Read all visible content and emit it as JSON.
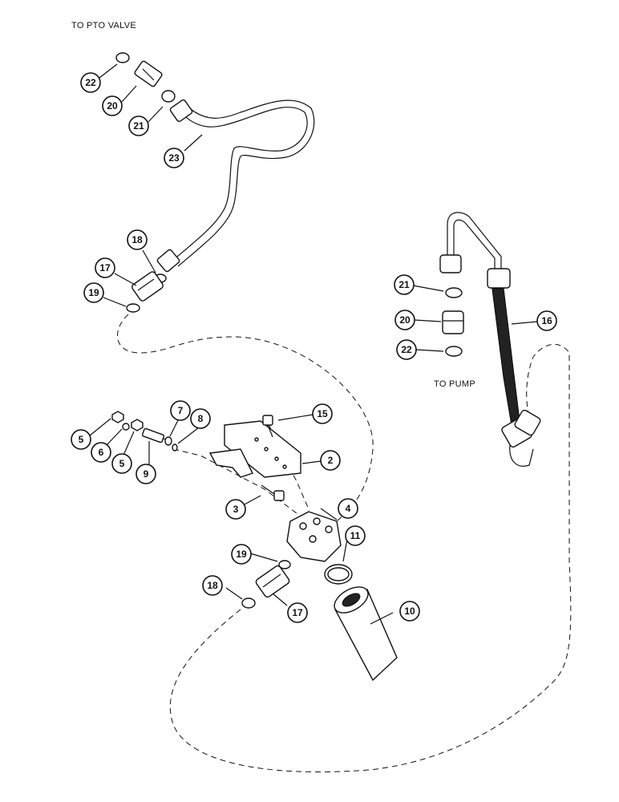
{
  "labels": {
    "to_pto_valve": "TO PTO VALVE",
    "to_pump": "TO PUMP"
  },
  "callouts": [
    {
      "id": "c22a",
      "text": "22"
    },
    {
      "id": "c20a",
      "text": "20"
    },
    {
      "id": "c21a",
      "text": "21"
    },
    {
      "id": "c23",
      "text": "23"
    },
    {
      "id": "c18a",
      "text": "18"
    },
    {
      "id": "c17a",
      "text": "17"
    },
    {
      "id": "c19a",
      "text": "19"
    },
    {
      "id": "c21b",
      "text": "21"
    },
    {
      "id": "c20b",
      "text": "20"
    },
    {
      "id": "c22b",
      "text": "22"
    },
    {
      "id": "c16",
      "text": "16"
    },
    {
      "id": "c15",
      "text": "15"
    },
    {
      "id": "c7",
      "text": "7"
    },
    {
      "id": "c8",
      "text": "8"
    },
    {
      "id": "c5a",
      "text": "5"
    },
    {
      "id": "c6",
      "text": "6"
    },
    {
      "id": "c5b",
      "text": "5"
    },
    {
      "id": "c9",
      "text": "9"
    },
    {
      "id": "c2",
      "text": "2"
    },
    {
      "id": "c3",
      "text": "3"
    },
    {
      "id": "c4",
      "text": "4"
    },
    {
      "id": "c11",
      "text": "11"
    },
    {
      "id": "c19b",
      "text": "19"
    },
    {
      "id": "c18b",
      "text": "18"
    },
    {
      "id": "c17b",
      "text": "17"
    },
    {
      "id": "c10",
      "text": "10"
    }
  ]
}
